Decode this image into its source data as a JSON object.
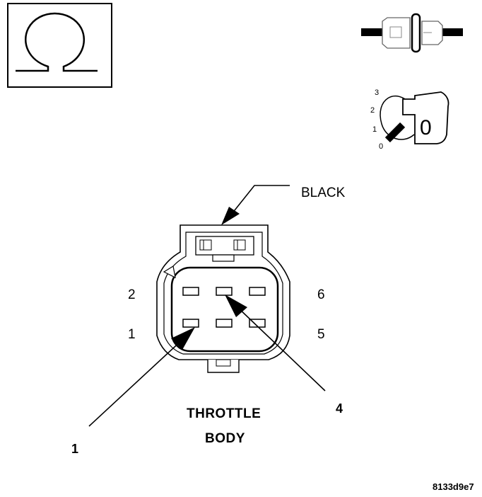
{
  "meter_icon": {
    "name": "ohm-icon",
    "symbol": "Ω"
  },
  "disconnect_icon": {
    "name": "connector-disconnect-icon"
  },
  "ignition_icon": {
    "name": "ignition-key-icon",
    "positions": [
      "3",
      "2",
      "1",
      "0"
    ],
    "key_position": "0"
  },
  "connector": {
    "color_label": "BLACK",
    "pins_left": [
      "2",
      "1"
    ],
    "pins_right": [
      "6",
      "5"
    ],
    "title_line1": "THROTTLE",
    "title_line2": "BODY"
  },
  "callouts": [
    "1",
    "4"
  ],
  "figure_id": "8133d9e7"
}
